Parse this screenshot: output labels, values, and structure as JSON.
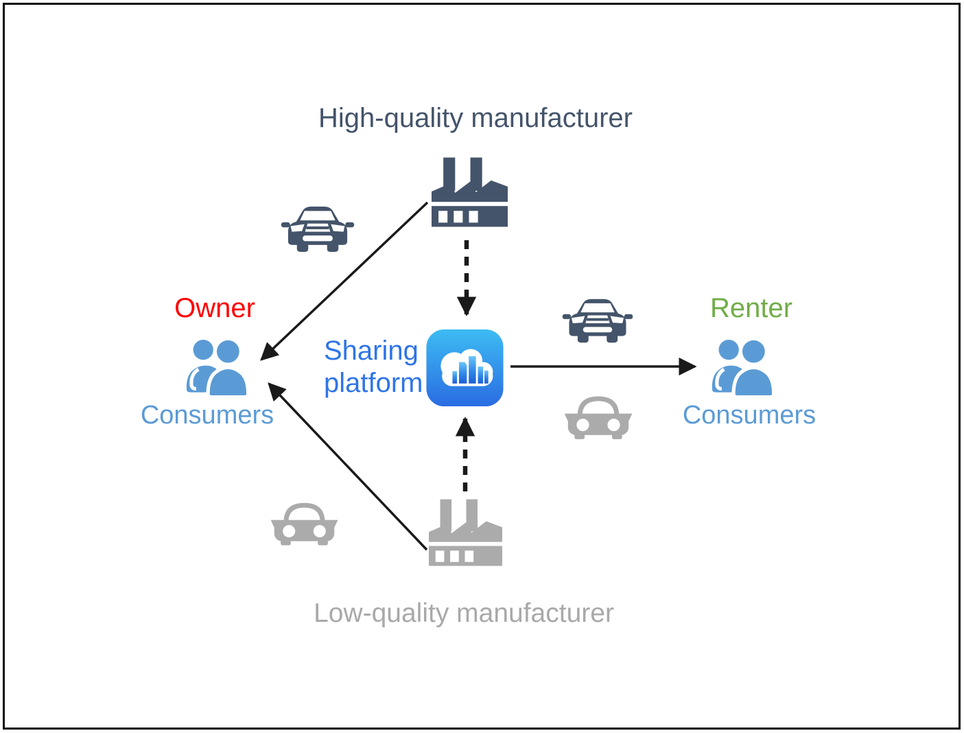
{
  "labels": {
    "high_quality": "High-quality manufacturer",
    "low_quality": "Low-quality manufacturer",
    "owner": "Owner",
    "renter": "Renter",
    "owner_group": "Consumers",
    "renter_group": "Consumers",
    "platform_line1": "Sharing",
    "platform_line2": "platform"
  },
  "colors": {
    "high_quality_text": "#44546A",
    "low_quality_text": "#A9A9A9",
    "owner_text": "#FF0000",
    "renter_text": "#70AD47",
    "consumers_text": "#5B9BD5",
    "platform_text": "#2E75E6",
    "dark_icon": "#44546A",
    "gray_icon": "#ABABAB",
    "people_icon": "#5B9BD5",
    "arrow": "#1A1A1A",
    "app_gradient_top": "#3DBCF4",
    "app_gradient_bottom": "#2A6CE1",
    "frame_border": "#0A0A0A"
  },
  "icons": {
    "high_quality_factory": "factory-icon",
    "low_quality_factory": "factory-icon",
    "sharing_platform_app": "cloud-buildings-app-icon",
    "owner_consumers": "people-group-icon",
    "renter_consumers": "people-group-icon",
    "car_top_left": "car-front-dark-icon",
    "car_right_dark": "car-front-dark-icon",
    "car_right_gray": "car-front-gray-icon",
    "car_bottom_left": "car-front-gray-icon"
  },
  "arrows": [
    {
      "name": "high-quality-to-owner-consumers",
      "style": "solid"
    },
    {
      "name": "high-quality-to-platform",
      "style": "dashed"
    },
    {
      "name": "platform-to-renter-consumers",
      "style": "solid"
    },
    {
      "name": "low-quality-to-platform",
      "style": "dashed"
    },
    {
      "name": "low-quality-to-owner-consumers",
      "style": "solid"
    }
  ]
}
